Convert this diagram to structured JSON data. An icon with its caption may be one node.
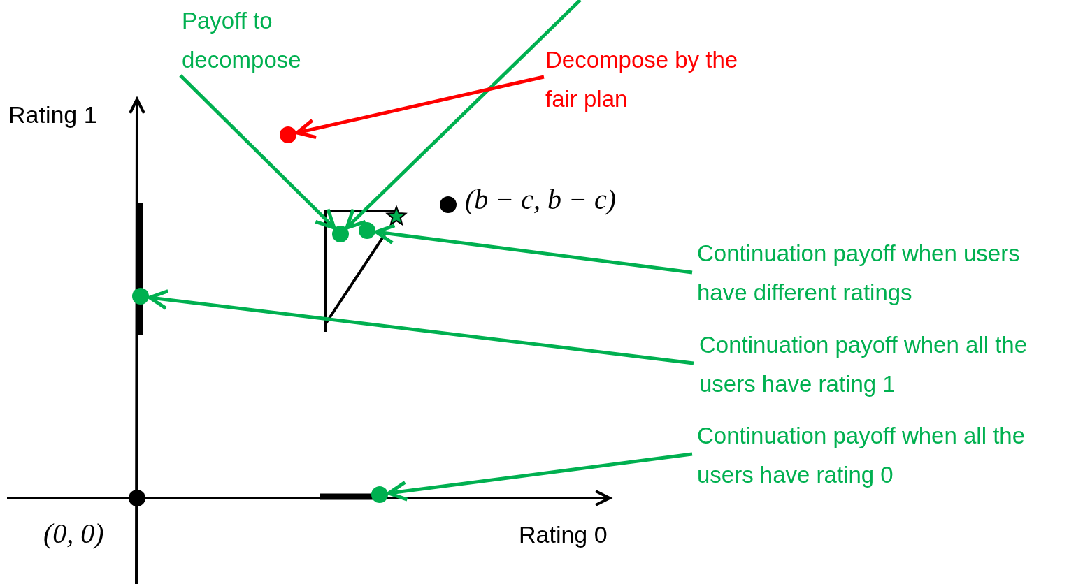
{
  "diagram": {
    "nodes": [
      {
        "text": [
          "Payoff to decompose"
        ]
      },
      {
        "text": [
          "Decompose by the fair plan"
        ]
      },
      {
        "text": [],
        "shape": "circle"
      },
      {
        "text": [],
        "shape": "circle"
      },
      {
        "text": [],
        "shape": "circle"
      },
      {
        "text": [
          "Continuation payoff when users have different ratings"
        ]
      },
      {
        "text": [],
        "shape": "circle"
      },
      {
        "text": [
          "Continuation payoff when all the users have rating 1"
        ]
      },
      {
        "text": [],
        "shape": "circle"
      },
      {
        "text": [
          "Continuation payoff when all the users have rating 0"
        ]
      }
    ],
    "edges": [
      {
        "from": 0,
        "to": 3,
        "arrow": "to"
      },
      {
        "from": null,
        "to": 3,
        "arrow": "to"
      },
      {
        "from": 1,
        "to": 2,
        "arrow": "to",
        "color": "#ff0000"
      },
      {
        "from": 5,
        "to": 4,
        "arrow": "to"
      },
      {
        "from": 7,
        "to": 6,
        "arrow": "to"
      },
      {
        "from": 9,
        "to": 8,
        "arrow": "to"
      }
    ],
    "labels": [
      "Rating 1",
      "(b − c, b − c)",
      "(0, 0)",
      "Rating 0"
    ]
  }
}
